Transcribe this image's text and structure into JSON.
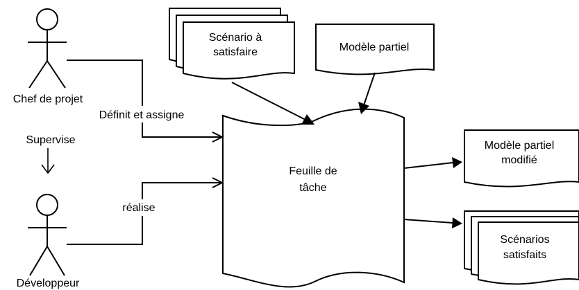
{
  "actors": {
    "chef": "Chef de projet",
    "dev": "Développeur"
  },
  "documents": {
    "scenario": [
      "Scénario à",
      "satisfaire"
    ],
    "modele_partiel": "Modèle partiel",
    "feuille": [
      "Feuille de",
      "tâche"
    ],
    "modele_modifie": [
      "Modèle partiel",
      "modifié"
    ],
    "scenarios_satisfaits": [
      "Scénarios",
      "satisfaits"
    ]
  },
  "edges": {
    "supervise": "Supervise",
    "definit": "Définit et assigne",
    "realise": "réalise"
  }
}
